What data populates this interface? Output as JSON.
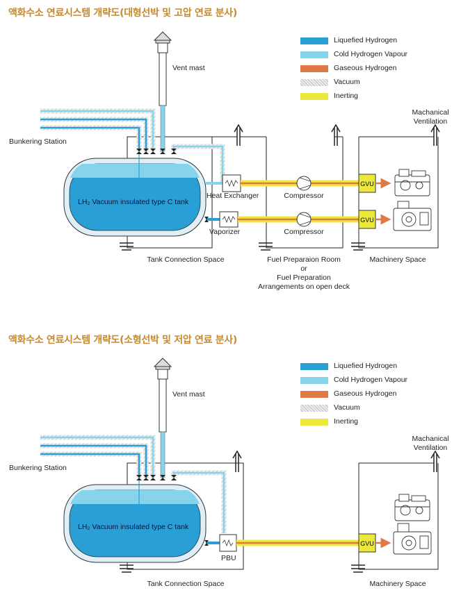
{
  "panels": [
    {
      "title": "액화수소 연료시스템 개략도(대형선박 및 고압 연료 분사)",
      "labels": {
        "vent_mast": "Vent mast",
        "bunkering": "Bunkering Station",
        "tank": "LH₂ Vacuum insulated type C tank",
        "heat_exchanger": "Heat Exchanger",
        "vaporizer": "Vaporizer",
        "compressor_1": "Compressor",
        "compressor_2": "Compressor",
        "gvu_1": "GVU",
        "gvu_2": "GVU",
        "mech_vent_1": "Machanical",
        "mech_vent_2": "Ventilation",
        "tank_space": "Tank Connection Space",
        "fuel_room_1": "Fuel Preparaion Room",
        "fuel_room_2": "or",
        "fuel_room_3": "Fuel Preparation",
        "fuel_room_4": "Arrangements on open deck",
        "machinery": "Machinery Space"
      }
    },
    {
      "title": "액화수소 연료시스템 개략도(소형선박 및 저압 연료 분사)",
      "labels": {
        "vent_mast": "Vent mast",
        "bunkering": "Bunkering Station",
        "tank": "LH₂ Vacuum insulated type C tank",
        "pbu": "PBU",
        "gvu": "GVU",
        "mech_vent_1": "Machanical",
        "mech_vent_2": "Ventilation",
        "tank_space": "Tank Connection Space",
        "machinery": "Machinery Space"
      }
    }
  ],
  "legend": [
    {
      "label": "Liquefied Hydrogen",
      "color": "#2a9fd6"
    },
    {
      "label": "Cold Hydrogen Vapour",
      "color": "#86d3ec"
    },
    {
      "label": "Gaseous Hydrogen",
      "color": "#e07a45"
    },
    {
      "label": "Vacuum",
      "color": "#cfcfcf"
    },
    {
      "label": "Inerting",
      "color": "#ece83c"
    }
  ]
}
